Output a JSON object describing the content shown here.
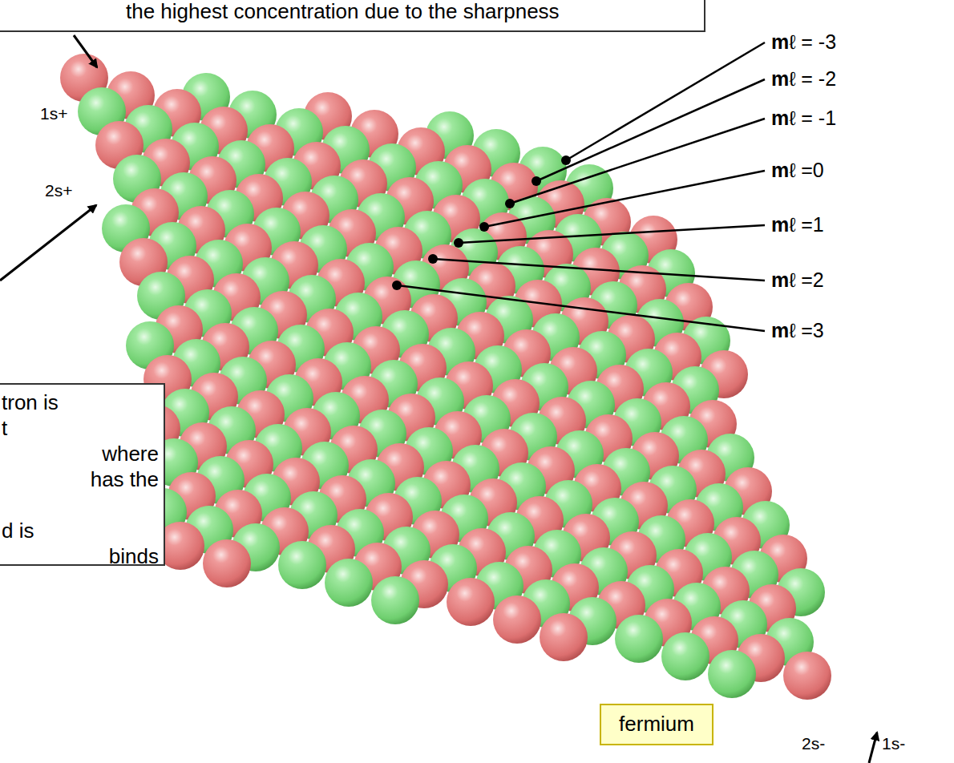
{
  "diagram": {
    "nodes": [
      {
        "text": [
          "the highest concentration due to the sharpness"
        ]
      },
      {
        "text": [
          "tron is",
          "t",
          "where",
          "has the",
          "d is",
          "binds"
        ]
      },
      {
        "text": [
          "fermium"
        ]
      }
    ],
    "labels": [
      "1s+",
      "2s+",
      "mℓ = -3",
      "mℓ = -2",
      "mℓ = -1",
      "mℓ =0",
      "mℓ =1",
      "mℓ =2",
      "mℓ =3",
      "2s-",
      "1s-"
    ]
  }
}
